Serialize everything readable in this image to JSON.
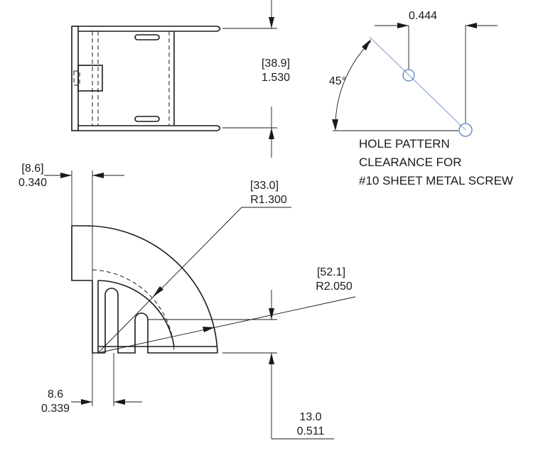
{
  "top_view": {
    "dim_width_bracket": "[38.9]",
    "dim_width": "1.530"
  },
  "hole_pattern": {
    "dim_offset": "0.444",
    "dim_angle": "45°",
    "note_line1": "HOLE PATTERN",
    "note_line2": "CLEARANCE FOR",
    "note_line3": "#10 SHEET METAL SCREW"
  },
  "side_view": {
    "dim_thickness_bracket": "[8.6]",
    "dim_thickness": "0.340",
    "dim_inner_radius_bracket": "[33.0]",
    "dim_inner_radius": "R1.300",
    "dim_outer_radius_bracket": "[52.1]",
    "dim_outer_radius": "R2.050",
    "dim_slot_mm": "8.6",
    "dim_slot": "0.339",
    "dim_height_mm": "13.0",
    "dim_height": "0.511"
  }
}
